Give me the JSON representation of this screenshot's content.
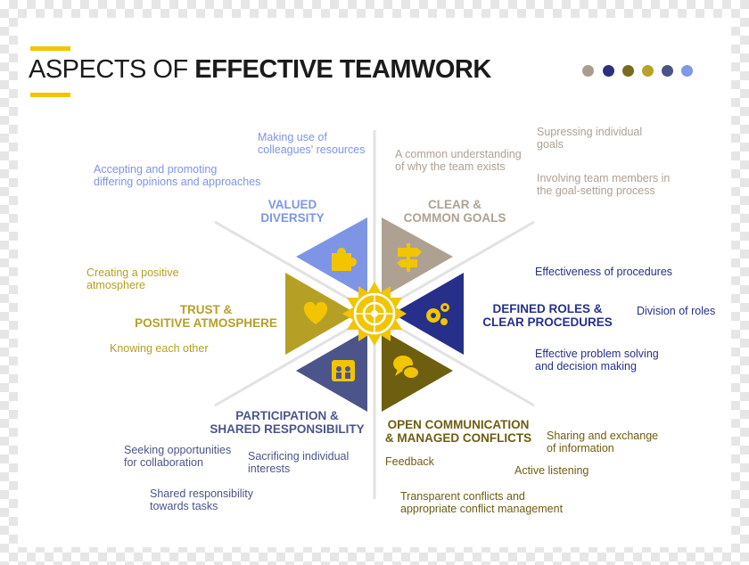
{
  "title": {
    "light": "ASPECTS OF ",
    "bold": "EFFECTIVE TEAMWORK"
  },
  "palette_dots": [
    "#a99d8f",
    "#2b2f7f",
    "#7a6a1c",
    "#b8a32a",
    "#4a5488",
    "#7f98e8"
  ],
  "colors": {
    "valued_diversity": "#7e95e6",
    "clear_goals": "#aea192",
    "defined_roles": "#26308a",
    "open_communication": "#6e5e10",
    "participation": "#4b5589",
    "trust": "#b5a025",
    "center_gear": "#f2c500",
    "divider": "#e2e2e2"
  },
  "categories": {
    "valued_diversity": {
      "line1": "VALUED",
      "line2": "DIVERSITY",
      "icon": "puzzle-icon"
    },
    "clear_goals": {
      "line1": "CLEAR &",
      "line2": "COMMON GOALS",
      "icon": "signpost-icon"
    },
    "defined_roles": {
      "line1": "DEFINED ROLES &",
      "line2": "CLEAR PROCEDURES",
      "icon": "gears-icon"
    },
    "open_communication": {
      "line1": "OPEN COMMUNICATION",
      "line2": "& MANAGED CONFLICTS",
      "icon": "speech-bubbles-icon"
    },
    "participation": {
      "line1": "PARTICIPATION &",
      "line2": "SHARED RESPONSIBILITY",
      "icon": "people-icon"
    },
    "trust": {
      "line1": "TRUST &",
      "line2": "POSITIVE ATMOSPHERE",
      "icon": "heart-icon"
    }
  },
  "labels": {
    "valued_diversity": [
      {
        "line1": "Making use of",
        "line2": "colleagues' resources"
      },
      {
        "line1": "Accepting and promoting",
        "line2": "differing opinions and approaches"
      }
    ],
    "clear_goals": [
      {
        "line1": "Supressing individual",
        "line2": "goals"
      },
      {
        "line1": "A common understanding",
        "line2": "of why the team exists"
      },
      {
        "line1": "Involving team members in",
        "line2": "the goal-setting process"
      }
    ],
    "defined_roles": [
      {
        "line1": "Effectiveness of procedures",
        "line2": ""
      },
      {
        "line1": "Division of roles",
        "line2": ""
      },
      {
        "line1": "Effective problem solving",
        "line2": "and decision making"
      }
    ],
    "open_communication": [
      {
        "line1": "Sharing and exchange",
        "line2": "of information"
      },
      {
        "line1": "Feedback",
        "line2": ""
      },
      {
        "line1": "Active listening",
        "line2": ""
      },
      {
        "line1": "Transparent conflicts and",
        "line2": "appropriate conflict management"
      }
    ],
    "participation": [
      {
        "line1": "Seeking opportunities",
        "line2": "for collaboration"
      },
      {
        "line1": "Sacrificing individual",
        "line2": "interests"
      },
      {
        "line1": "Shared responsibility",
        "line2": "towards tasks"
      }
    ],
    "trust": [
      {
        "line1": "Creating a positive",
        "line2": "atmosphere"
      },
      {
        "line1": "Knowing each other",
        "line2": ""
      }
    ]
  }
}
